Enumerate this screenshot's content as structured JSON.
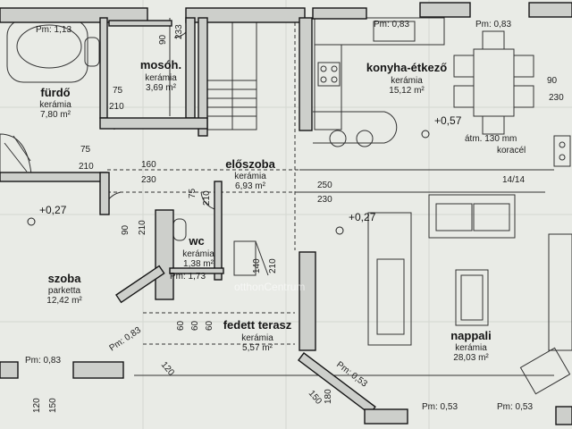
{
  "rooms": {
    "furdo": {
      "name": "fürdő",
      "material": "kerámia",
      "area": "7,80 m²"
    },
    "moso": {
      "name": "mosóh.",
      "material": "kerámia",
      "area": "3,69 m²"
    },
    "konyha": {
      "name": "konyha-étkező",
      "material": "kerámia",
      "area": "15,12 m²"
    },
    "eloszoba": {
      "name": "előszoba",
      "material": "kerámia",
      "area": "6,93 m²"
    },
    "wc": {
      "name": "wc",
      "material": "kerámia",
      "area": "1,38 m²"
    },
    "szoba": {
      "name": "szoba",
      "material": "parketta",
      "area": "12,42 m²"
    },
    "terasz": {
      "name": "fedett terasz",
      "material": "kerámia",
      "area": "5,57 m²"
    },
    "nappali": {
      "name": "nappali",
      "material": "kerámia",
      "area": "28,03 m²"
    }
  },
  "levels": {
    "kitchen": "+0,57",
    "szoba": "+0,27",
    "nappali": "+0,27"
  },
  "chimney": {
    "line1": "átm. 130 mm",
    "line2": "koracél"
  },
  "stairs": "14/14",
  "sills": {
    "top_left": "Pm: 1,13",
    "top_mid": "Pm: 0,83",
    "top_right": "Pm: 0,83",
    "wc": "Pm: 1,73",
    "szoba_window": "Pm: 0,83",
    "szoba_bottom": "Pm: 0,83",
    "nappali_diag": "Pm: 0,53",
    "bottom_mid": "Pm: 0,53",
    "bottom_right": "Pm: 0,53"
  },
  "dims": {
    "d90a": "90",
    "d233": "233",
    "d75a": "75",
    "d210a": "210",
    "d75b": "75",
    "d210b": "210",
    "d160": "160",
    "d230a": "230",
    "d75c": "75",
    "d210c": "210",
    "d250": "250",
    "d230b": "230",
    "d90b": "90",
    "d210d": "210",
    "d140": "140",
    "d210e": "210",
    "d60a": "60",
    "d60b": "60",
    "d60c": "60",
    "d120a": "120",
    "d120b": "120",
    "d150a": "150",
    "d150b": "150",
    "d180": "180",
    "d90c": "90",
    "d230c": "230"
  },
  "watermark": "otthonCentrum"
}
